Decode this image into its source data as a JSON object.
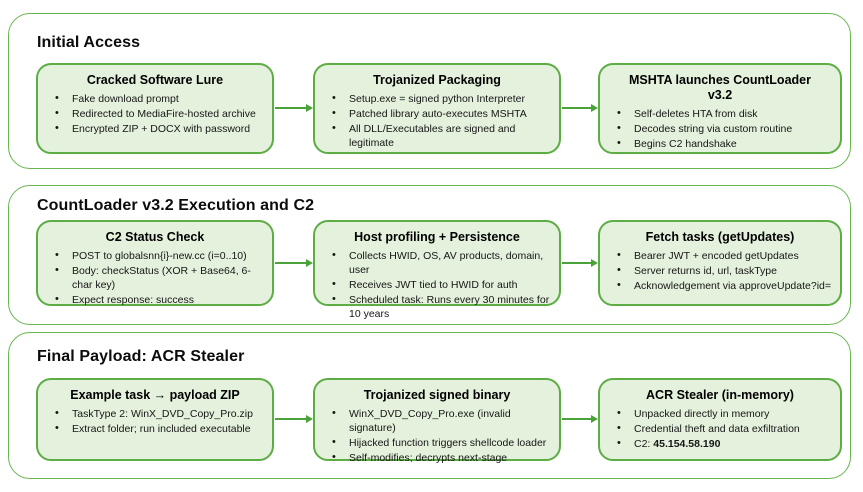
{
  "colors": {
    "section_border": "#68b54e",
    "box_border": "#5dad45",
    "box_fill": "#e4f1dc",
    "arrow": "#4aa338"
  },
  "sections": [
    {
      "title": "Initial Access",
      "boxes": [
        {
          "title": "Cracked Software Lure",
          "bullets": [
            "Fake download prompt",
            "Redirected to MediaFire-hosted archive",
            "Encrypted ZIP + DOCX with password"
          ]
        },
        {
          "title": "Trojanized Packaging",
          "bullets": [
            "Setup.exe = signed python Interpreter",
            "Patched library auto-executes MSHTA",
            "All DLL/Executables are signed and legitimate"
          ]
        },
        {
          "title": "MSHTA launches CountLoader v3.2",
          "bullets": [
            "Self-deletes HTA from disk",
            "Decodes string via custom routine",
            "Begins C2 handshake"
          ]
        }
      ]
    },
    {
      "title": "CountLoader v3.2 Execution and C2",
      "boxes": [
        {
          "title": "C2 Status Check",
          "bullets": [
            "POST to globalsnn{i}-new.cc (i=0..10)",
            "Body: checkStatus (XOR + Base64, 6-char key)",
            "Expect response: success"
          ]
        },
        {
          "title": "Host profiling + Persistence",
          "bullets": [
            "Collects HWID, OS, AV products, domain, user",
            "Receives JWT tied to HWID for auth",
            "Scheduled task: Runs every 30 minutes for 10 years"
          ]
        },
        {
          "title": "Fetch tasks (getUpdates)",
          "bullets": [
            "Bearer JWT + encoded getUpdates",
            "Server returns id, url, taskType",
            "Acknowledgement via approveUpdate?id="
          ]
        }
      ]
    },
    {
      "title": "Final Payload: ACR Stealer",
      "boxes": [
        {
          "title": "Example task → payload ZIP",
          "bullets": [
            "TaskType 2: WinX_DVD_Copy_Pro.zip",
            "Extract folder; run included executable"
          ]
        },
        {
          "title": "Trojanized signed binary",
          "bullets": [
            "WinX_DVD_Copy_Pro.exe (invalid signature)",
            "Hijacked function triggers shellcode loader",
            "Self-modifies; decrypts next-stage"
          ]
        },
        {
          "title": "ACR Stealer (in-memory)",
          "bullets": [
            "Unpacked directly in memory",
            "Credential theft and data exfiltration",
            {
              "parts": [
                {
                  "text": "C2: "
                },
                {
                  "text": "45.154.58.190",
                  "bold": true
                }
              ]
            }
          ]
        }
      ]
    }
  ]
}
